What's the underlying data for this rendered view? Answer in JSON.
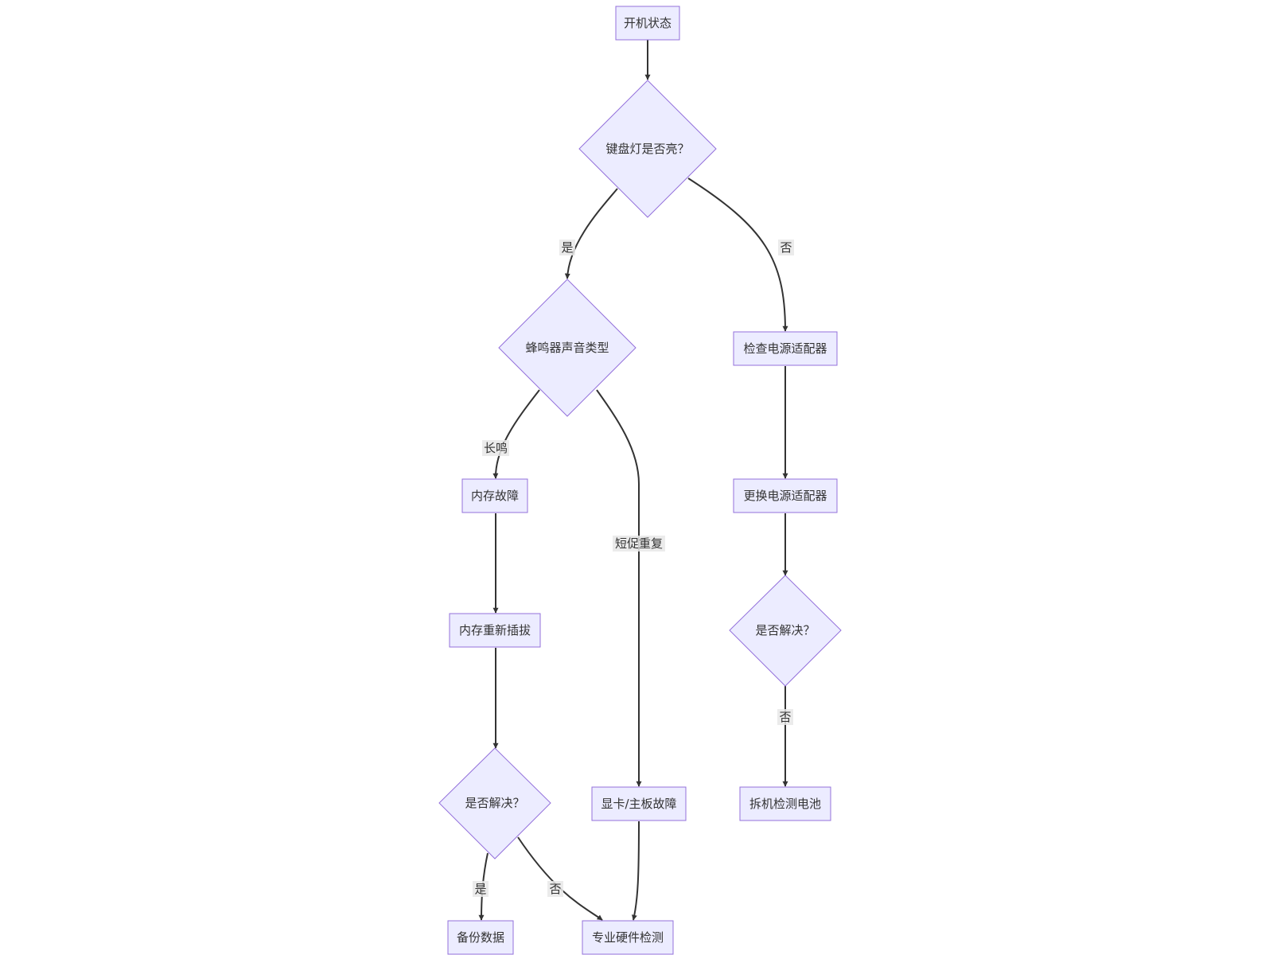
{
  "nodes": {
    "start": "开机状态",
    "kbd_light": "键盘灯是否亮？",
    "beep_type": "蜂鸣器声音类型",
    "check_adapter": "检查电源适配器",
    "mem_fault": "内存故障",
    "replace_adapter": "更换电源适配器",
    "mem_reseat": "内存重新插拔",
    "solved_right": "是否解决？",
    "solved_left": "是否解决？",
    "gpu_board": "显卡/主板故障",
    "open_battery": "拆机检测电池",
    "backup": "备份数据",
    "pro_check": "专业硬件检测"
  },
  "edges": {
    "kbd_yes": "是",
    "kbd_no": "否",
    "beep_long": "长鸣",
    "beep_short": "短促重复",
    "right_no": "否",
    "left_yes": "是",
    "left_no": "否"
  },
  "colors": {
    "node_fill": "#ECECFF",
    "node_stroke": "#9370DB",
    "edge": "#333333",
    "text": "#333333"
  }
}
